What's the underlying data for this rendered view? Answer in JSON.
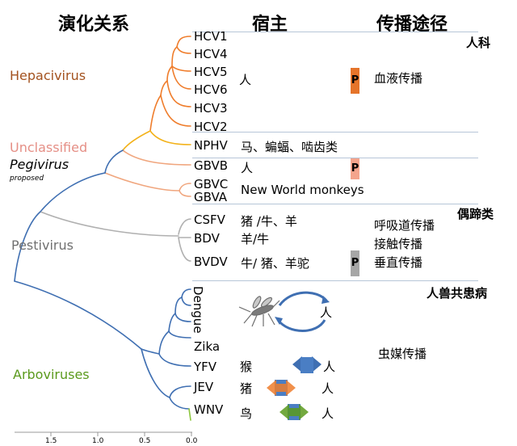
{
  "headers": {
    "evolution": "演化关系",
    "host": "宿主",
    "transmission": "传播途径"
  },
  "groups": {
    "hepacivirus": "Hepacivirus",
    "unclassified": "Unclassified",
    "pegivirus": "Pegivirus",
    "proposed": "proposed",
    "pestivirus": "Pestivirus",
    "arboviruses": "Arboviruses"
  },
  "leaves": [
    "HCV1",
    "HCV4",
    "HCV5",
    "HCV6",
    "HCV3",
    "HCV2",
    "NPHV",
    "GBVB",
    "GBVC",
    "GBVA",
    "CSFV",
    "BDV",
    "BVDV",
    "Dengue",
    "Zika",
    "YFV",
    "JEV",
    "WNV"
  ],
  "categories": {
    "human": "人科",
    "ungulates": "偶蹄类",
    "zoonosis": "人兽共患病"
  },
  "hosts": {
    "hcv": "人",
    "nphv": "马、蝙蝠、啮齿类",
    "gbvb": "人",
    "gbvca": "New World monkeys",
    "csfv": "猪 /牛、羊",
    "bdv": "羊/牛",
    "bvdv": "牛/ 猪、羊驼",
    "mosquito_human": "人",
    "yfv_a": "猴",
    "yfv_b": "人",
    "jev_a": "猪",
    "jev_b": "人",
    "wnv_a": "鸟",
    "wnv_b": "人"
  },
  "transmission": {
    "blood": "血液传播",
    "respiratory": "呼吸道传播",
    "contact": "接触传播",
    "vertical": "垂直传播",
    "vector": "虫媒传播"
  },
  "markers": {
    "p1": "P",
    "p2": "P",
    "p3": "P"
  },
  "axis": {
    "ticks": [
      "1.5",
      "1.0",
      "0.5",
      "0.0"
    ]
  },
  "colors": {
    "hepacivirus": "#a3521f",
    "unclassified": "#e58f86",
    "arboviruses": "#5b9a1d",
    "tree_blue": "#3f6fb2",
    "tree_orange": "#ef7d2c",
    "tree_yellow": "#f3b21a",
    "tree_salmon": "#f0a67e",
    "tree_gray": "#b0b0b0",
    "p1": "#e5742a",
    "p2": "#f4a48c",
    "p3": "#a6a6a6"
  }
}
